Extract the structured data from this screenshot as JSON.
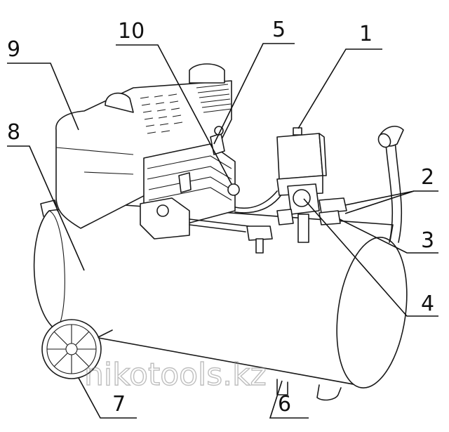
{
  "diagram": {
    "callouts": [
      {
        "id": "c1",
        "label": "1"
      },
      {
        "id": "c2",
        "label": "2"
      },
      {
        "id": "c3",
        "label": "3"
      },
      {
        "id": "c4",
        "label": "4"
      },
      {
        "id": "c5",
        "label": "5"
      },
      {
        "id": "c6",
        "label": "6"
      },
      {
        "id": "c7",
        "label": "7"
      },
      {
        "id": "c8",
        "label": "8"
      },
      {
        "id": "c9",
        "label": "9"
      },
      {
        "id": "c10",
        "label": "10"
      }
    ],
    "watermark": "nikotools.kz"
  }
}
